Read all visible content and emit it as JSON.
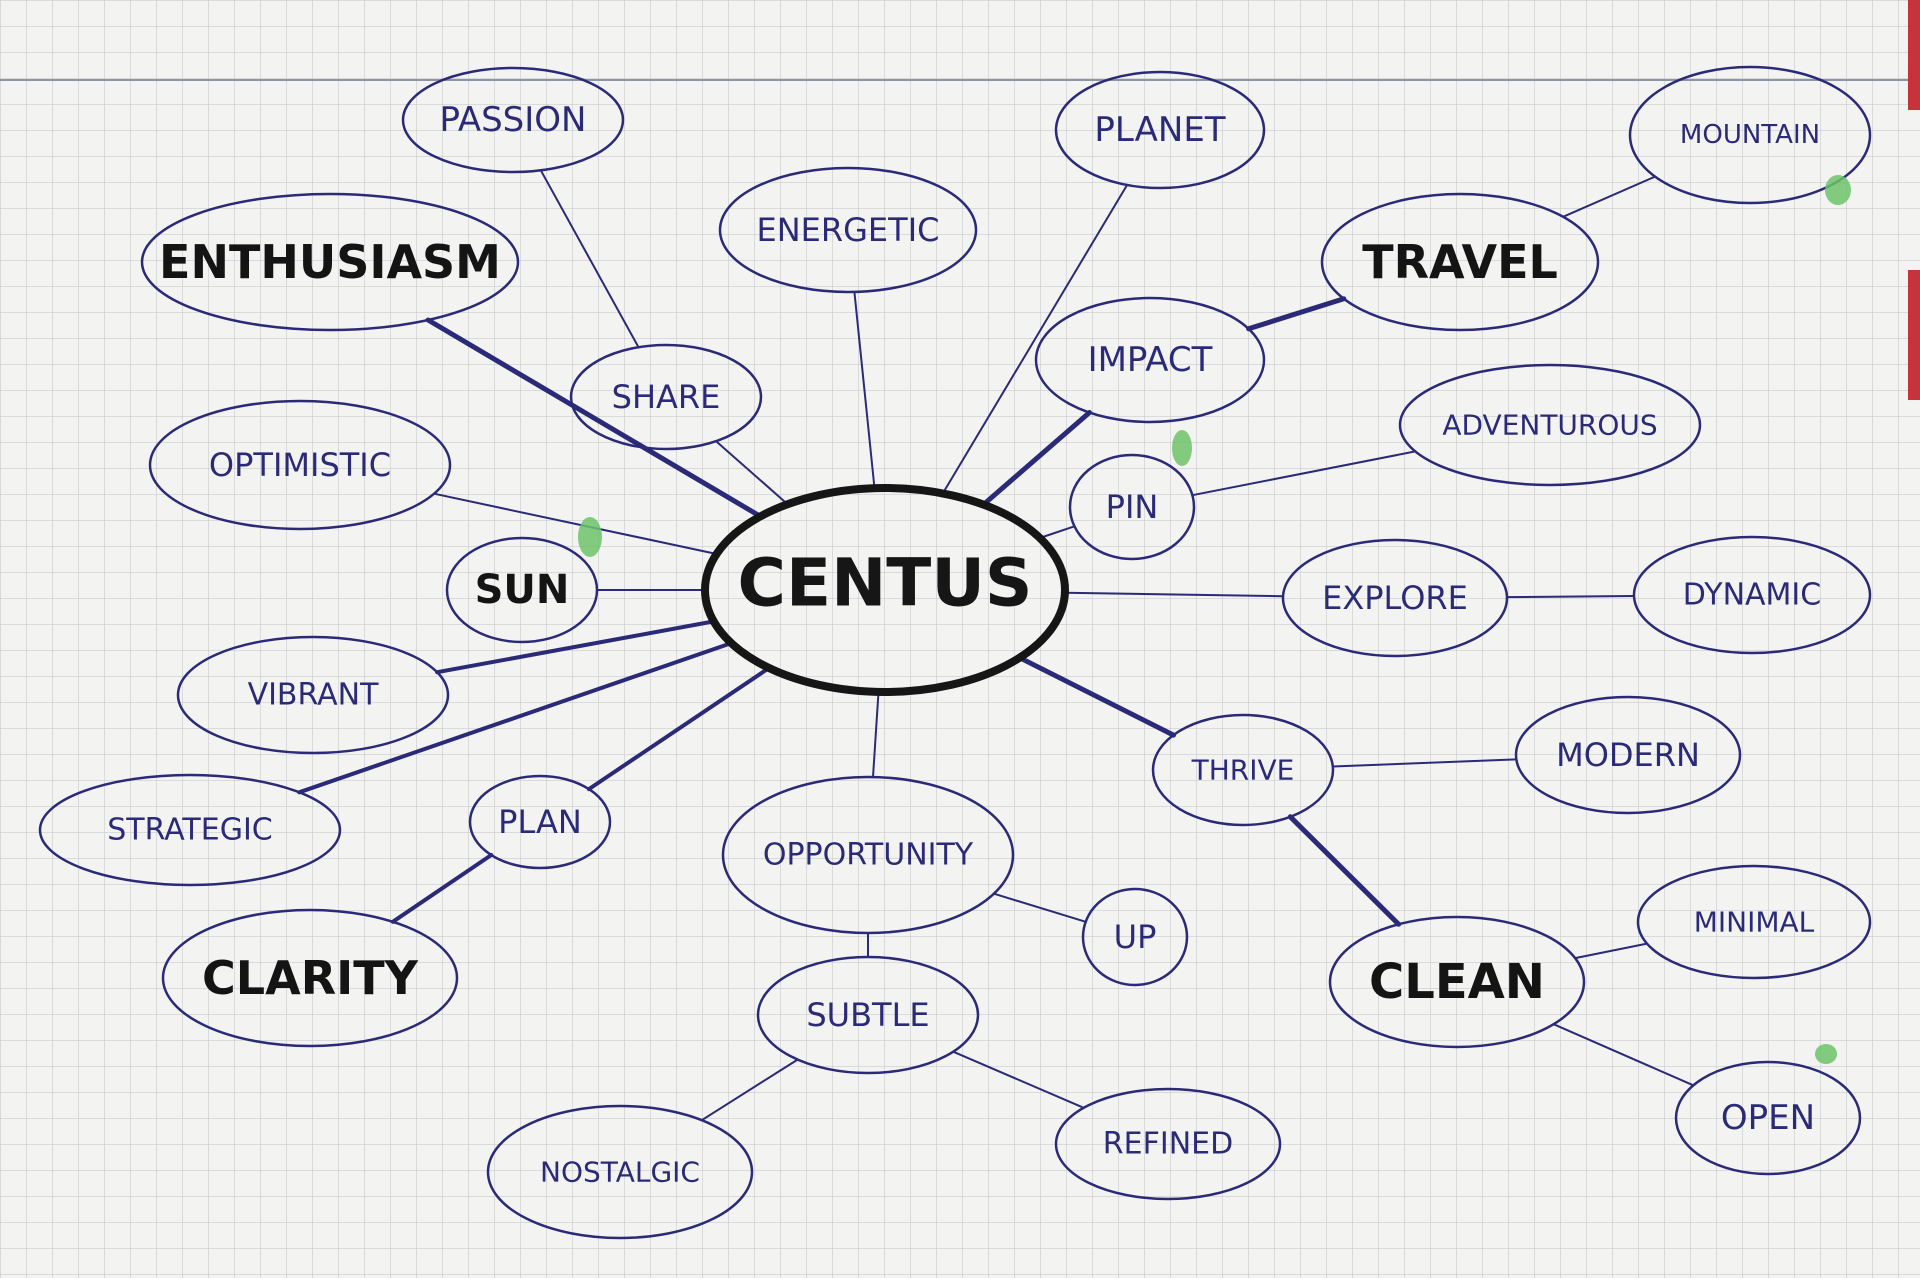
{
  "diagram": {
    "center": "CENTUS",
    "nodes": [
      {
        "id": "passion",
        "label": "PASSION"
      },
      {
        "id": "enthusiasm",
        "label": "ENTHUSIASM"
      },
      {
        "id": "share",
        "label": "SHARE"
      },
      {
        "id": "energetic",
        "label": "ENERGETIC"
      },
      {
        "id": "planet",
        "label": "PLANET"
      },
      {
        "id": "impact",
        "label": "IMPACT"
      },
      {
        "id": "travel",
        "label": "TRAVEL"
      },
      {
        "id": "mountain",
        "label": "MOUNTAIN"
      },
      {
        "id": "adventurous",
        "label": "ADVENTUROUS"
      },
      {
        "id": "pin",
        "label": "PIN"
      },
      {
        "id": "optimistic",
        "label": "OPTIMISTIC"
      },
      {
        "id": "sun",
        "label": "SUN"
      },
      {
        "id": "vibrant",
        "label": "VIBRANT"
      },
      {
        "id": "strategic",
        "label": "STRATEGIC"
      },
      {
        "id": "plan",
        "label": "PLAN"
      },
      {
        "id": "clarity",
        "label": "CLARITY"
      },
      {
        "id": "opportunity",
        "label": "OPPORTUNITY"
      },
      {
        "id": "up",
        "label": "UP"
      },
      {
        "id": "subtle",
        "label": "SUBTLE"
      },
      {
        "id": "nostalgic",
        "label": "NOSTALGIC"
      },
      {
        "id": "refined",
        "label": "REFINED"
      },
      {
        "id": "explore",
        "label": "EXPLORE"
      },
      {
        "id": "dynamic",
        "label": "DYNAMIC"
      },
      {
        "id": "thrive",
        "label": "THRIVE"
      },
      {
        "id": "modern",
        "label": "MODERN"
      },
      {
        "id": "clean",
        "label": "CLEAN"
      },
      {
        "id": "minimal",
        "label": "MINIMAL"
      },
      {
        "id": "open",
        "label": "OPEN"
      }
    ],
    "edges": [
      [
        "centus",
        "enthusiasm"
      ],
      [
        "centus",
        "share"
      ],
      [
        "share",
        "passion"
      ],
      [
        "centus",
        "energetic"
      ],
      [
        "centus",
        "planet"
      ],
      [
        "centus",
        "impact"
      ],
      [
        "impact",
        "travel"
      ],
      [
        "travel",
        "mountain"
      ],
      [
        "centus",
        "pin"
      ],
      [
        "pin",
        "adventurous"
      ],
      [
        "centus",
        "optimistic"
      ],
      [
        "centus",
        "sun"
      ],
      [
        "centus",
        "vibrant"
      ],
      [
        "centus",
        "strategic"
      ],
      [
        "centus",
        "plan"
      ],
      [
        "plan",
        "clarity"
      ],
      [
        "centus",
        "opportunity"
      ],
      [
        "opportunity",
        "up"
      ],
      [
        "opportunity",
        "subtle"
      ],
      [
        "subtle",
        "nostalgic"
      ],
      [
        "subtle",
        "refined"
      ],
      [
        "centus",
        "explore"
      ],
      [
        "explore",
        "dynamic"
      ],
      [
        "centus",
        "thrive"
      ],
      [
        "thrive",
        "modern"
      ],
      [
        "thrive",
        "clean"
      ],
      [
        "clean",
        "minimal"
      ],
      [
        "clean",
        "open"
      ]
    ]
  },
  "colors": {
    "paper": "#f3f3f1",
    "grid": "#c9cbd0",
    "ink": "#2a2a78",
    "bold_ink": "#141414",
    "highlighter": "#6cc26a",
    "edge_marker": "#c8323a"
  }
}
